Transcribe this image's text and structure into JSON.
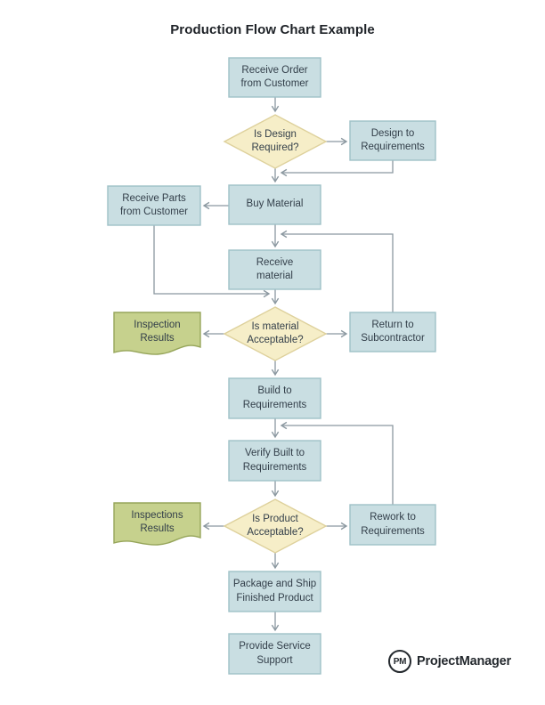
{
  "title": "Production Flow Chart Example",
  "colors": {
    "process_fill": "#c9dee2",
    "process_border": "#9fc1c7",
    "decision_fill": "#f6eec8",
    "decision_border": "#ded19c",
    "document_fill": "#c6d18d",
    "document_border": "#96a55a",
    "connector": "#8b98a0",
    "text": "#333f4a",
    "title_color": "#1e2227",
    "logo_color": "#24292e"
  },
  "nodes": {
    "receive_order": {
      "label": "Receive Order\nfrom Customer",
      "type": "process"
    },
    "is_design_required": {
      "label": "Is Design\nRequired?",
      "type": "decision"
    },
    "design_to_requirements": {
      "label": "Design to\nRequirements",
      "type": "process"
    },
    "receive_parts": {
      "label": "Receive Parts\nfrom Customer",
      "type": "process"
    },
    "buy_material": {
      "label": "Buy Material",
      "type": "process"
    },
    "receive_material": {
      "label": "Receive\nmaterial",
      "type": "process"
    },
    "inspection_results": {
      "label": "Inspection\nResults",
      "type": "document"
    },
    "is_material_acceptable": {
      "label": "Is material\nAcceptable?",
      "type": "decision"
    },
    "return_to_subcontractor": {
      "label": "Return to\nSubcontractor",
      "type": "process"
    },
    "build_to_requirements": {
      "label": "Build to\nRequirements",
      "type": "process"
    },
    "verify_built": {
      "label": "Verify Built to\nRequirements",
      "type": "process"
    },
    "inspections_results": {
      "label": "Inspections\nResults",
      "type": "document"
    },
    "is_product_acceptable": {
      "label": "Is Product\nAcceptable?",
      "type": "decision"
    },
    "rework": {
      "label": "Rework to\nRequirements",
      "type": "process"
    },
    "package_ship": {
      "label": "Package and Ship\nFinished Product",
      "type": "process"
    },
    "provide_service": {
      "label": "Provide Service\nSupport",
      "type": "process"
    }
  },
  "edges": [
    {
      "from": "receive_order",
      "to": "is_design_required"
    },
    {
      "from": "is_design_required",
      "to": "design_to_requirements"
    },
    {
      "from": "is_design_required",
      "to": "buy_material"
    },
    {
      "from": "design_to_requirements",
      "to": "buy_material"
    },
    {
      "from": "buy_material",
      "to": "receive_parts"
    },
    {
      "from": "buy_material",
      "to": "receive_material"
    },
    {
      "from": "return_to_subcontractor",
      "to": "receive_material"
    },
    {
      "from": "receive_parts",
      "to": "is_material_acceptable"
    },
    {
      "from": "receive_material",
      "to": "is_material_acceptable"
    },
    {
      "from": "is_material_acceptable",
      "to": "inspection_results"
    },
    {
      "from": "is_material_acceptable",
      "to": "return_to_subcontractor"
    },
    {
      "from": "is_material_acceptable",
      "to": "build_to_requirements"
    },
    {
      "from": "build_to_requirements",
      "to": "verify_built"
    },
    {
      "from": "rework",
      "to": "verify_built"
    },
    {
      "from": "verify_built",
      "to": "is_product_acceptable"
    },
    {
      "from": "is_product_acceptable",
      "to": "inspections_results"
    },
    {
      "from": "is_product_acceptable",
      "to": "rework"
    },
    {
      "from": "is_product_acceptable",
      "to": "package_ship"
    },
    {
      "from": "package_ship",
      "to": "provide_service"
    }
  ],
  "branding": {
    "logo_monogram": "PM",
    "logo_text": "ProjectManager"
  }
}
